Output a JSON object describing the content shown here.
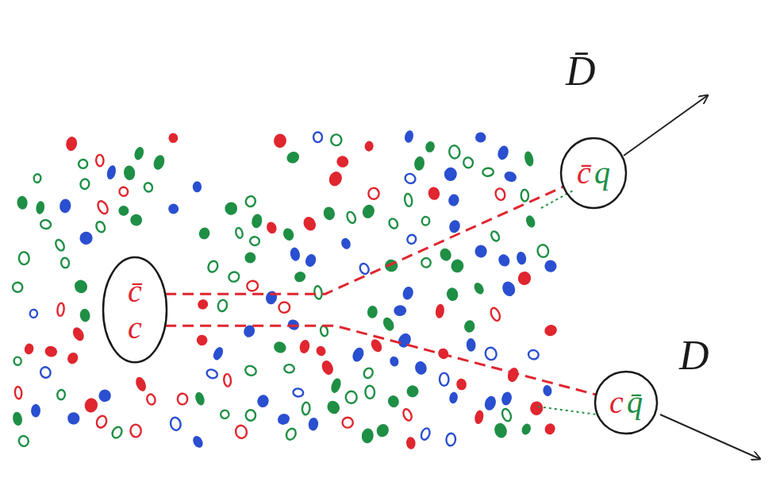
{
  "diagram": {
    "nodes": [
      {
        "text": [
          "c̄",
          "c"
        ]
      },
      {
        "text": [
          "D̄",
          "c̄",
          "q"
        ]
      },
      {
        "text": [
          "D",
          "c",
          "q̄"
        ]
      }
    ],
    "edges": [
      {
        "from": 0,
        "to": 1,
        "arrow": "none"
      },
      {
        "from": 0,
        "to": 2,
        "arrow": "none"
      }
    ]
  }
}
